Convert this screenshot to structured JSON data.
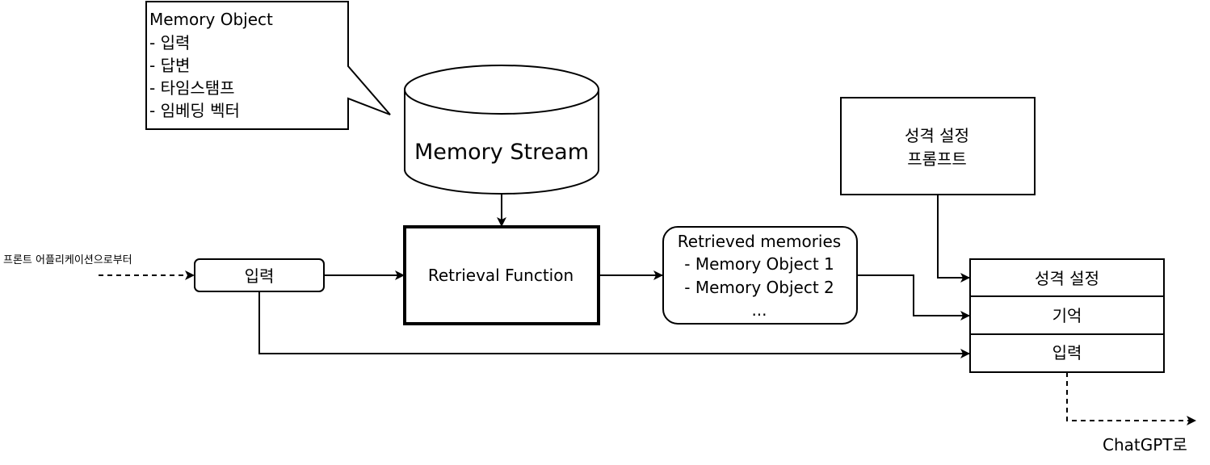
{
  "callout": {
    "title": "Memory Object",
    "items": [
      "- 입력",
      "- 답변",
      "- 타임스탬프",
      "- 임베딩 벡터"
    ]
  },
  "memory_stream": {
    "label": "Memory Stream"
  },
  "frontend_source": {
    "label": "프론트 어플리케이션으로부터"
  },
  "input_box": {
    "label": "입력"
  },
  "retrieval_function": {
    "label": "Retrieval Function"
  },
  "retrieved_memories": {
    "lines": [
      "Retrieved memories",
      "- Memory Object 1",
      "- Memory Object 2",
      "..."
    ]
  },
  "personality_prompt": {
    "lines": [
      "성격 설정",
      "프롬프트"
    ]
  },
  "prompt_stack": {
    "rows": [
      "성격 설정",
      "기억",
      "입력"
    ]
  },
  "output_target": {
    "label": "ChatGPT로"
  },
  "colors": {
    "stroke": "#000000",
    "text": "#000000",
    "background": "#ffffff"
  }
}
